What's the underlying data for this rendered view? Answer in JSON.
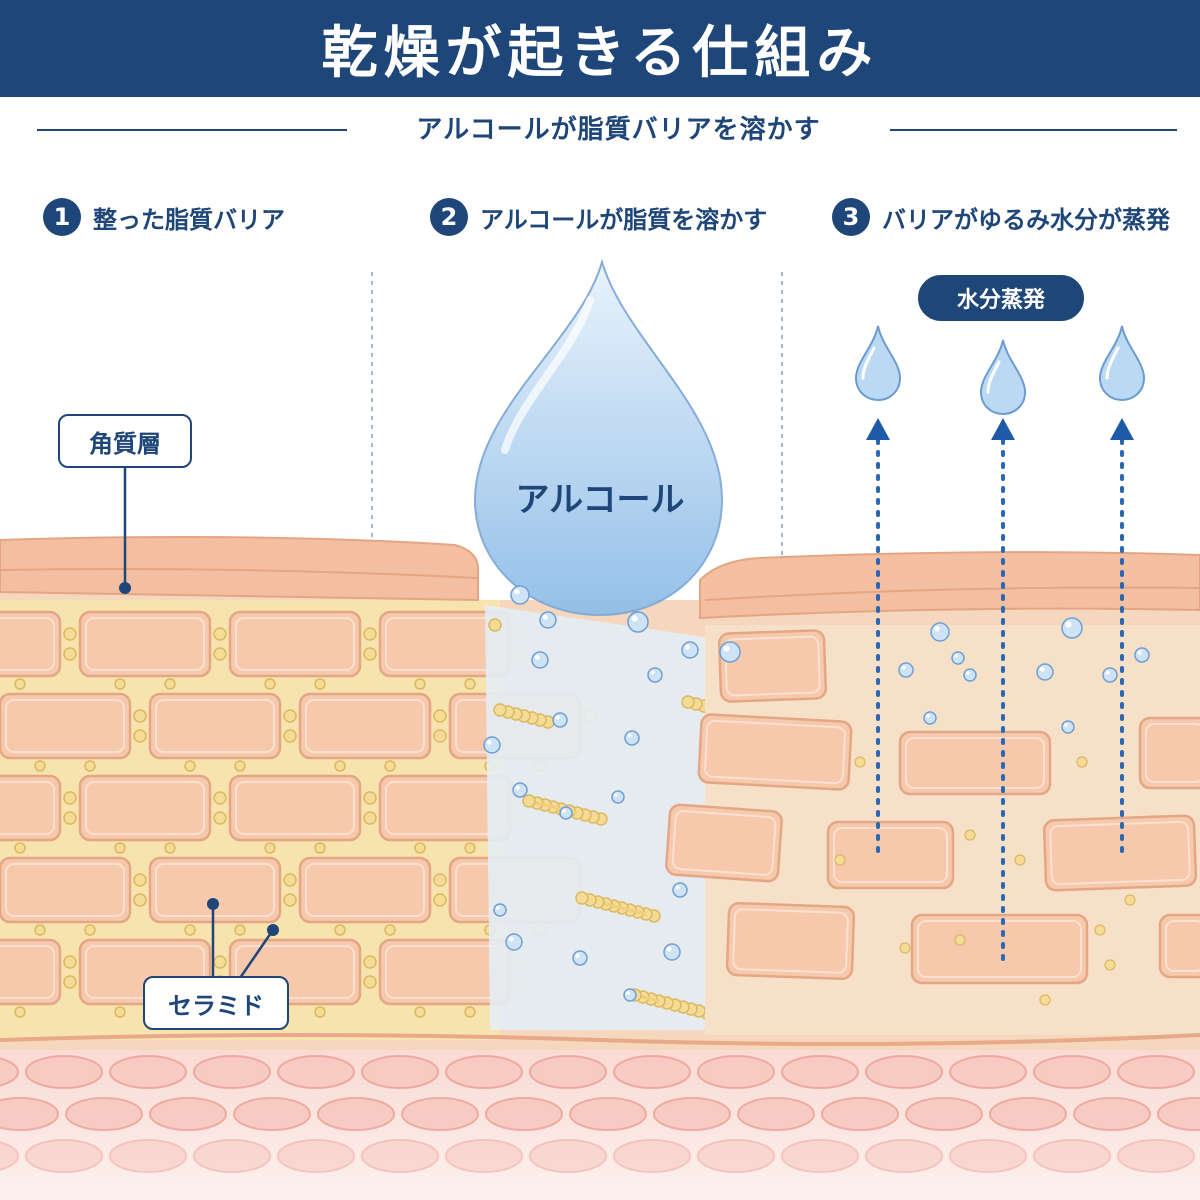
{
  "title": "乾燥が起きる仕組み",
  "subtitle": "アルコールが脂質バリアを溶かす",
  "steps": [
    {
      "num": "1",
      "label": "整った脂質バリア"
    },
    {
      "num": "2",
      "label": "アルコールが脂質を溶かす"
    },
    {
      "num": "3",
      "label": "バリアがゆるみ水分が蒸発"
    }
  ],
  "labels": {
    "stratum_corneum": "角質層",
    "ceramide": "セラミド",
    "alcohol": "アルコール",
    "evaporation": "水分蒸発"
  },
  "colors": {
    "navy": "#1f4679",
    "skin": "#f6cdb1",
    "skin_dark": "#e9aa87",
    "lipid": "#f5dc96",
    "water": "#7fb0e3"
  }
}
